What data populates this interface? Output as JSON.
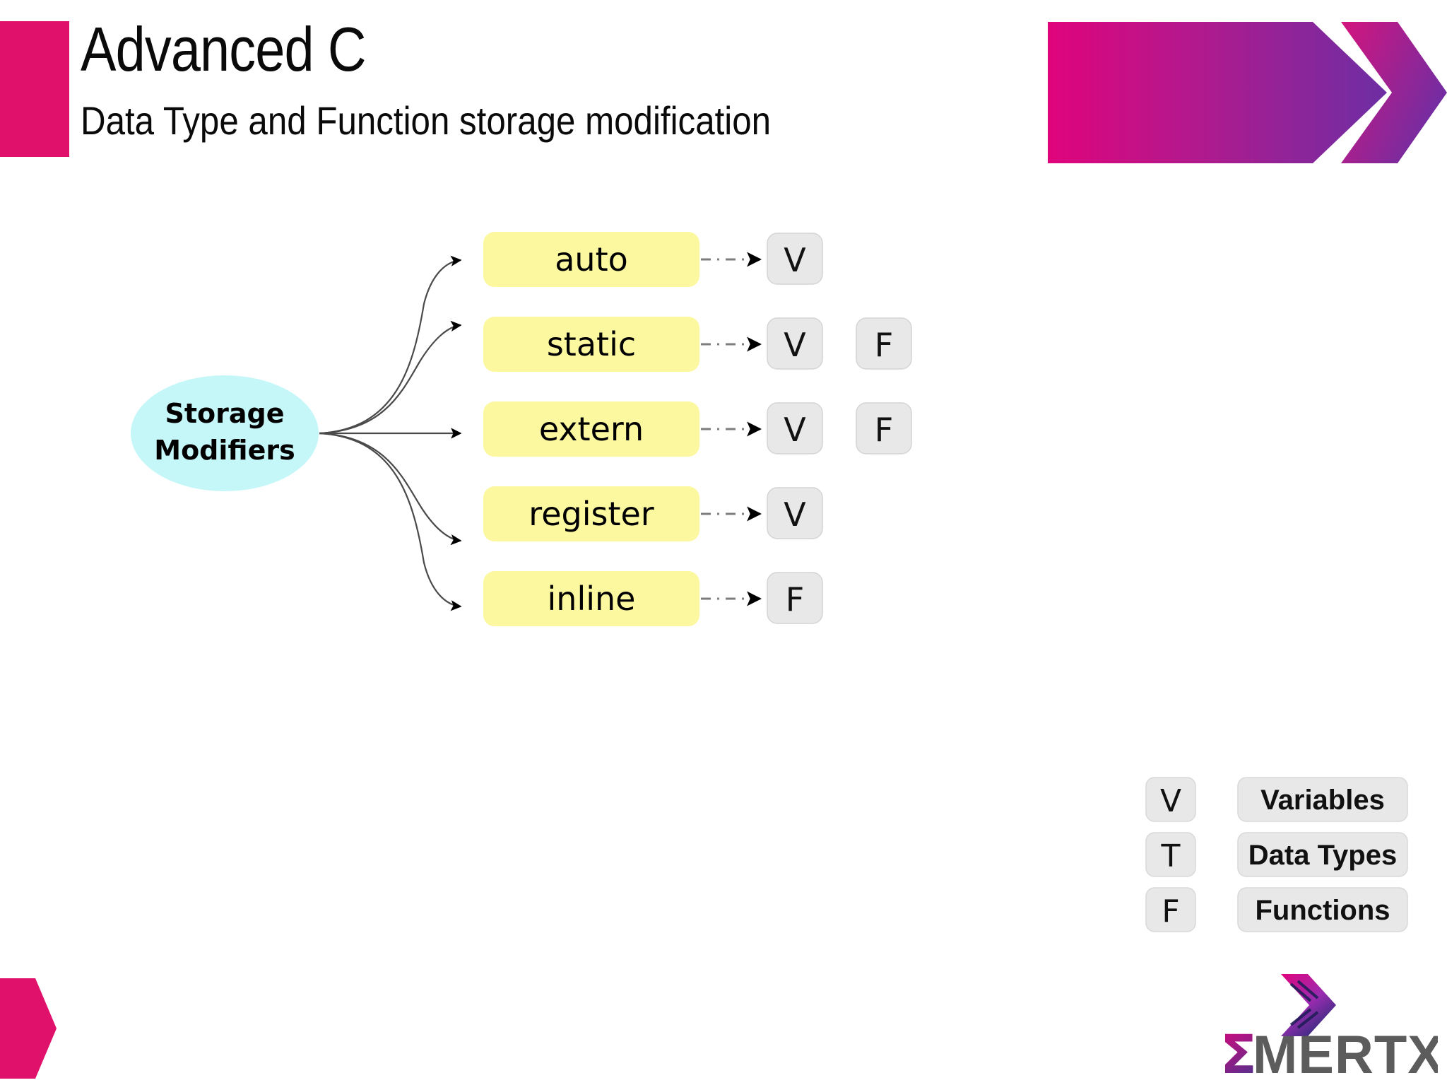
{
  "header": {
    "title": "Advanced C",
    "subtitle": "Data Type and Function storage modification",
    "accent_color": "#e0116b",
    "banner_gradient_from": "#e0047c",
    "banner_gradient_to": "#6b2fa0"
  },
  "diagram": {
    "root": {
      "label_line1": "Storage",
      "label_line2": "Modifiers",
      "fill": "#c5f7f9"
    },
    "box_fill": "#fbf8a0",
    "badge_fill": "#e8e8e8",
    "rows": [
      {
        "name": "auto",
        "badges": [
          "V"
        ]
      },
      {
        "name": "static",
        "badges": [
          "V",
          "F"
        ]
      },
      {
        "name": "extern",
        "badges": [
          "V",
          "F"
        ]
      },
      {
        "name": "register",
        "badges": [
          "V"
        ]
      },
      {
        "name": "inline",
        "badges": [
          "F"
        ]
      }
    ]
  },
  "legend": {
    "items": [
      {
        "key": "V",
        "label": "Variables"
      },
      {
        "key": "T",
        "label": "Data Types"
      },
      {
        "key": "F",
        "label": "Functions"
      }
    ]
  },
  "footer": {
    "brand": "MERTXE",
    "brand_sigma": "Σ",
    "arrow_color": "#e0116b"
  }
}
